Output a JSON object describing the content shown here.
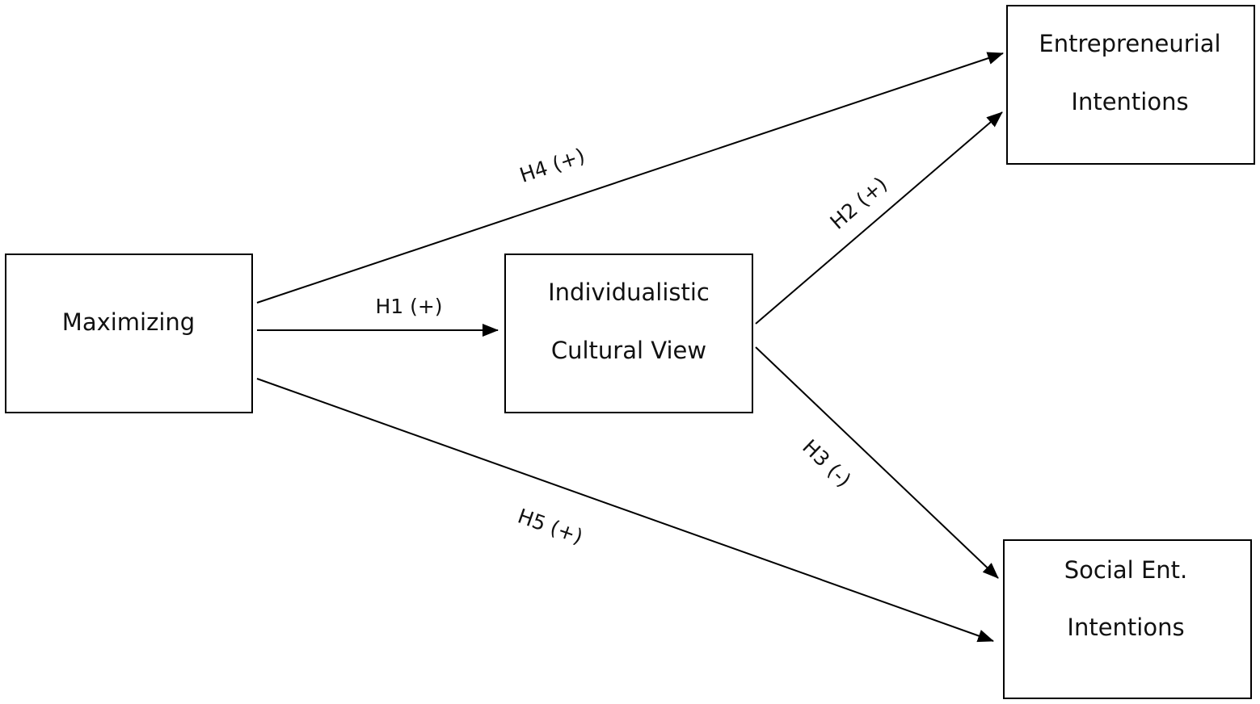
{
  "nodes": {
    "maximizing": {
      "lines": [
        "Maximizing"
      ]
    },
    "individualistic": {
      "lines": [
        "Individualistic",
        "Cultural View"
      ]
    },
    "entrepreneurial": {
      "lines": [
        "Entrepreneurial",
        "Intentions"
      ]
    },
    "social": {
      "lines": [
        "Social Ent.",
        "Intentions"
      ]
    }
  },
  "edges": {
    "h1": {
      "label": "H1 (+)",
      "from": "Maximizing",
      "to": "Individualistic Cultural View"
    },
    "h2": {
      "label": "H2 (+)",
      "from": "Individualistic Cultural View",
      "to": "Entrepreneurial Intentions"
    },
    "h3": {
      "label": "H3 (-)",
      "from": "Individualistic Cultural View",
      "to": "Social Ent. Intentions"
    },
    "h4": {
      "label": "H4 (+)",
      "from": "Maximizing",
      "to": "Entrepreneurial Intentions"
    },
    "h5": {
      "label": "H5 (+)",
      "from": "Maximizing",
      "to": "Social Ent. Intentions"
    }
  },
  "colors": {
    "stroke": "#000000",
    "text": "#111111",
    "background": "#ffffff"
  }
}
